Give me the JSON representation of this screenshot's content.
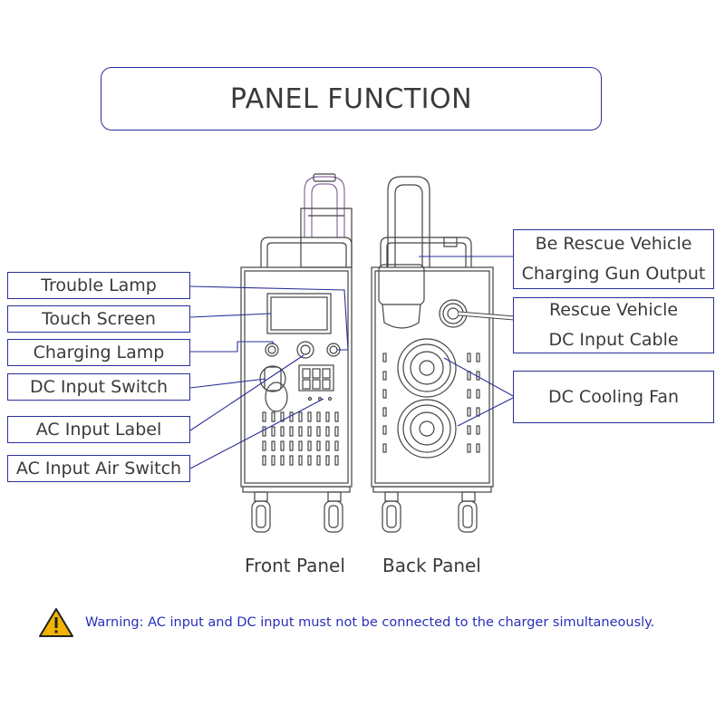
{
  "title": "PANEL FUNCTION",
  "front_labels": [
    "Trouble Lamp",
    "Touch Screen",
    "Charging Lamp",
    "DC Input Switch",
    "AC Input Label",
    "AC Input Air Switch"
  ],
  "back_labels": {
    "gun_output": [
      "Be Rescue Vehicle",
      "Charging Gun Output"
    ],
    "dc_cable": [
      "Rescue Vehicle",
      "DC Input Cable"
    ],
    "cooling_fan": "DC Cooling Fan"
  },
  "captions": {
    "front": "Front Panel",
    "back": "Back Panel"
  },
  "warning": {
    "icon": "warning-triangle-icon",
    "text": "Warning: AC input and DC input must not be connected to the charger simultaneously."
  },
  "colors": {
    "accent": "#2b2f9a",
    "warning_text": "#2a2fb8",
    "warning_fill": "#f2b400",
    "line_art": "#444444"
  }
}
